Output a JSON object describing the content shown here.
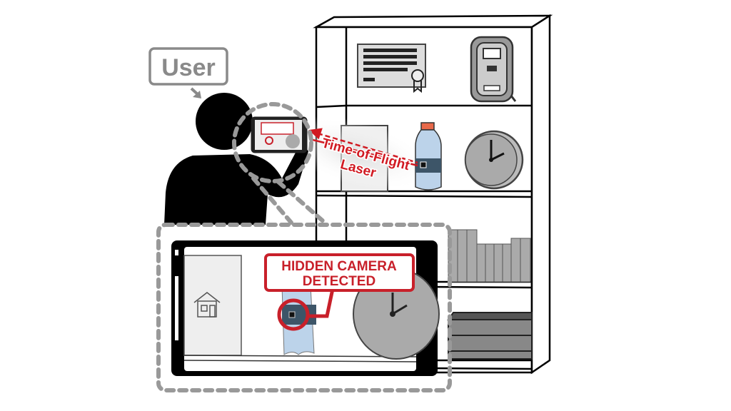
{
  "labels": {
    "user": "User",
    "laser_line1": "Time-of-Flight",
    "laser_line2": "Laser",
    "alert_line1": "HIDDEN CAMERA",
    "alert_line2": "DETECTED"
  },
  "colors": {
    "alert_red": "#c8202a",
    "label_gray": "#8a8a8a",
    "silhouette": "#000000",
    "bottle_blue": "#bcd3ea",
    "bottle_band": "#3d5568",
    "cap_orange": "#e8694a",
    "object_gray": "#a9a9a9"
  },
  "icons": [
    "house-icon",
    "clock-icon",
    "certificate-icon",
    "thermostat-icon",
    "bottle-camera-icon"
  ]
}
